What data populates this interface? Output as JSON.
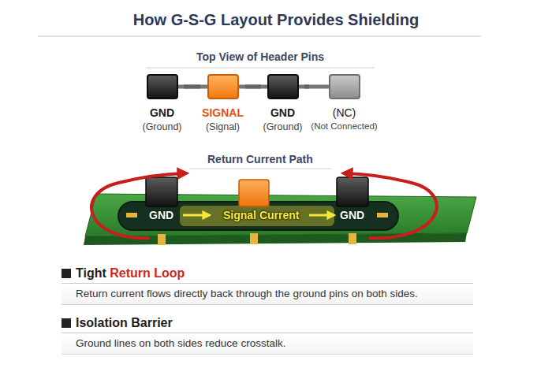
{
  "diagram": {
    "title": "How G-S-G Layout Provides Shielding",
    "nodes": [
      {
        "text": [
          "GND",
          "(Ground)"
        ]
      },
      {
        "text": [
          "SIGNAL",
          "(Signal)"
        ]
      },
      {
        "text": [
          "GND",
          "(Ground)"
        ]
      },
      {
        "text": [
          "(NC)",
          "(Not Connected)"
        ]
      },
      {
        "text": [
          "Tight",
          "Return Loop",
          "Return current flows directly back through the ground pins on both sides."
        ]
      },
      {
        "text": [
          "Isolation Barrier",
          "Ground lines on both sides reduce crosstalk."
        ]
      }
    ],
    "edges": [
      {
        "from": 0,
        "to": 1,
        "arrow": "none"
      },
      {
        "from": 1,
        "to": 2,
        "arrow": "none"
      },
      {
        "from": 2,
        "to": 3,
        "arrow": "none"
      }
    ],
    "labels": [
      "Top View of Header Pins",
      "Return Current Path",
      "GND",
      "Signal Current",
      "GND"
    ]
  }
}
